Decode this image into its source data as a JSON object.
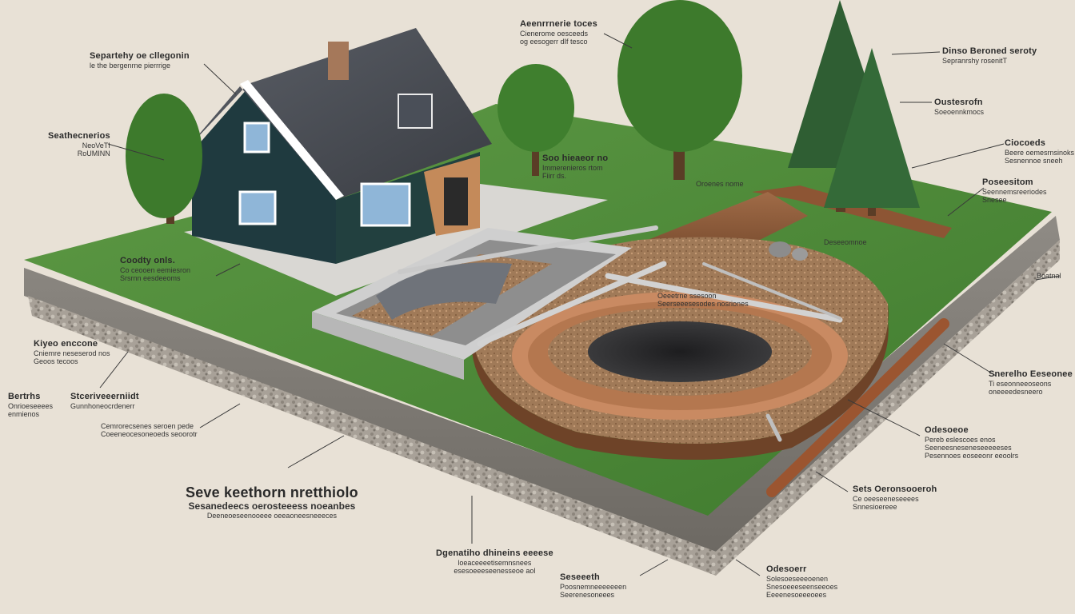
{
  "colors": {
    "background": "#e8e1d6",
    "grass": "#4f8a3a",
    "house_wall": "#1f3a3f",
    "roof": "#4b4f57",
    "soil": "#8a5a3a",
    "gravel": "#b6b0a6",
    "concrete": "#d3d3d3"
  },
  "labels": [
    {
      "id": "l1",
      "head": "Separtehy oe cllegonin",
      "sub": "le the bergenrne pierrrige"
    },
    {
      "id": "l2",
      "head": "Seathecnerios",
      "sub": "",
      "extra": [
        "NeoVeTI",
        "RoUMINN"
      ]
    },
    {
      "id": "l3",
      "head": "Aeenrrnerie toces",
      "sub": "Cienerome oesceeds",
      "extra": [
        "og eesogerr dIf tesco"
      ]
    },
    {
      "id": "l4",
      "head": "Dinso Beroned seroty",
      "sub": "Sepranrshy rosenitT"
    },
    {
      "id": "l5",
      "head": "Oustesrofn",
      "sub": "Soeoennkmocs"
    },
    {
      "id": "l6",
      "head": "Soo hieaeor no",
      "sub": "Immerenieros rtom",
      "extra": [
        "Fiirr ds."
      ]
    },
    {
      "id": "l7",
      "head": "Oroenes nome",
      "sub": "",
      "extra": []
    },
    {
      "id": "l8",
      "head": "Ciocoeds",
      "sub": "Beere oemesrnsinoks",
      "extra": [
        "Sesnennoe sneeh"
      ]
    },
    {
      "id": "l9",
      "head": "Poseesitom",
      "sub": "Seennemsreeriodes",
      "extra": [
        "Snesee"
      ]
    },
    {
      "id": "l10",
      "head": "Deseeomnoe",
      "sub": "",
      "extra": []
    },
    {
      "id": "l11",
      "head": "Boatnal",
      "sub": "",
      "extra": []
    },
    {
      "id": "l12",
      "head": "Coodty onls.",
      "sub": "Co ceooen eemiesron",
      "extra": [
        "Srsrnn eesdeeoms"
      ]
    },
    {
      "id": "l13",
      "head": "Oeeetrne ssesoon",
      "sub": "Seerseeesesodes nosriones",
      "extra": []
    },
    {
      "id": "l14",
      "head": "Kiyeo enccone",
      "sub": "Cniemre neseserod nos",
      "extra": [
        "Geoos tecoos"
      ]
    },
    {
      "id": "l15",
      "head": "Bertrhs",
      "sub": "Onrioeseeees",
      "extra": [
        "enmienos"
      ]
    },
    {
      "id": "l16",
      "head": "Stceriveeerniidt",
      "sub": "Gunnhoneocrdenerr"
    },
    {
      "id": "l17",
      "head": "Cemrorecsenes seroen pede",
      "sub": "Coeeneocesoneoeds seoorotr"
    },
    {
      "id": "l18",
      "head": "Snerelho Eeseonee",
      "sub": "Ti eseonneeoseons",
      "extra": [
        "oneeeedesneero"
      ]
    },
    {
      "id": "l19",
      "head": "Odesoeoe",
      "sub": "Pereb eslescoes enos",
      "extra": [
        "Seeneesneseneseeeeeses",
        "Pesennoes eoseeonr eeoolrs"
      ]
    },
    {
      "id": "l20",
      "head": "Sets Oeronsooeroh",
      "sub": "Ce oeeseeneseeees",
      "extra": [
        "Snnesioereee"
      ]
    },
    {
      "id": "l21",
      "head": "Dgenatiho dhineins eeeese",
      "sub": "loeaceeeetisemnsnees",
      "extra": [
        "esesoeeeseenesseoe aol"
      ]
    },
    {
      "id": "l22",
      "head": "Seseeeth",
      "sub": "Poosnemneeeeeeen",
      "extra": [
        "Seerenesoneees"
      ]
    },
    {
      "id": "l23",
      "head": "Odesoerr",
      "sub": "Solesoeseeeoenen",
      "extra": [
        "Snesoeeeseenseeoes",
        "Eeeenesoeeeoees"
      ]
    }
  ],
  "title": {
    "head": "Seve keethorn nretthiolo",
    "sub": "Sesanedeecs oerosteeess noeanbes",
    "note": "Deeneoeseenooeee oeeaoneesneeeces"
  }
}
